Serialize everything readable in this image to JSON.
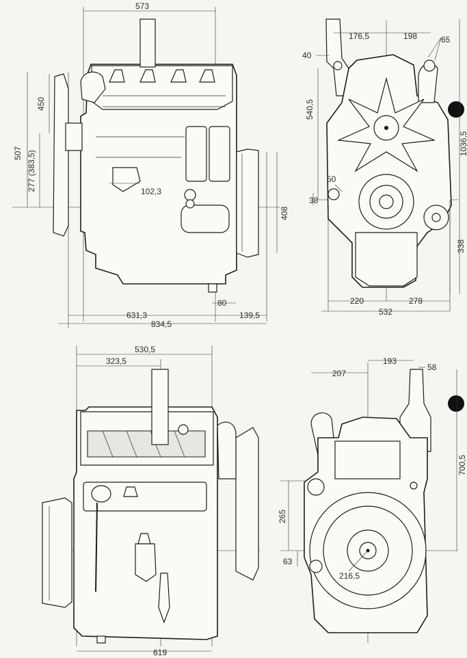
{
  "views": {
    "side_left": {
      "dims": {
        "top_width": "573",
        "height_fan": "507",
        "height_upper": "450",
        "height_lower": "277 (383,5)",
        "pump_offset": "102,3",
        "pulley_height": "408",
        "base_offset": "80",
        "length_main": "631,3",
        "length_pulley": "139,5",
        "length_total": "834,5"
      }
    },
    "front": {
      "dims": {
        "exhaust_offset": "176,5",
        "pipe_spacing": "198",
        "pipe_dia": "65",
        "pipe_small": "40",
        "height_upper": "540,5",
        "height_total": "1036,5",
        "hole_dia": "50",
        "hole_offset": "38",
        "base_height": "338",
        "width_left": "220",
        "width_right": "278",
        "width_total": "532"
      }
    },
    "side_right": {
      "dims": {
        "top_width": "530,5",
        "exhaust_offset": "323,5",
        "length_base": "619"
      }
    },
    "rear": {
      "dims": {
        "offset_left": "207",
        "offset_mid": "193",
        "pipe_dia": "58",
        "height_total": "700,5",
        "flywheel_height": "265",
        "hole_offset": "63",
        "flywheel_dia": "216,5"
      }
    }
  },
  "colors": {
    "ink": "#1d1d1d",
    "paper": "#f6f5f1",
    "marker": "#111111"
  },
  "icons": [
    "black-dot-marker"
  ]
}
